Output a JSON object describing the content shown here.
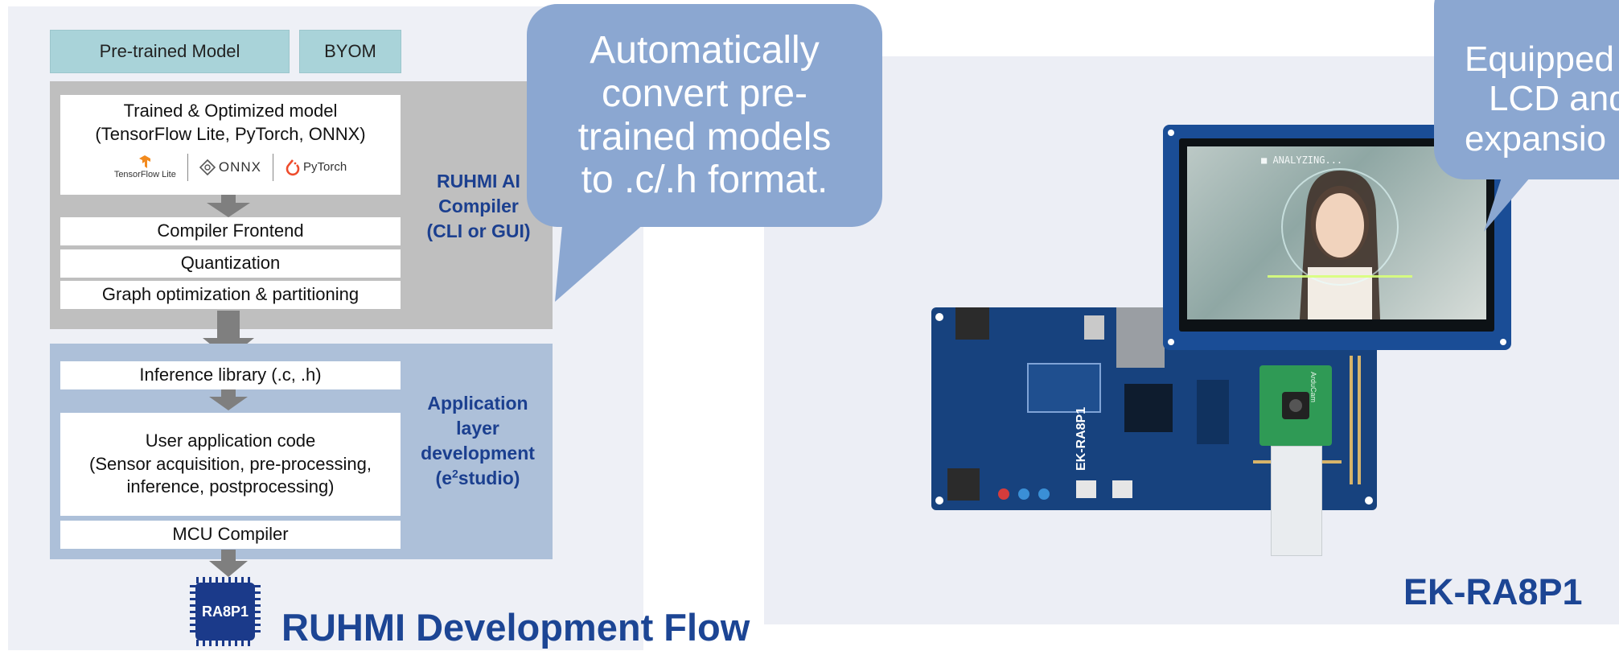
{
  "tabs": {
    "pretrained": "Pre-trained Model",
    "byom": "BYOM"
  },
  "compiler_stage": {
    "model_box": {
      "line1": "Trained & Optimized model",
      "line2": "(TensorFlow Lite, PyTorch, ONNX)"
    },
    "logos": {
      "tensorflow": "TensorFlow Lite",
      "onnx": "ONNX",
      "pytorch": "PyTorch"
    },
    "steps": [
      "Compiler Frontend",
      "Quantization",
      "Graph optimization & partitioning"
    ],
    "side_label": [
      "RUHMI AI",
      "Compiler",
      "(CLI or GUI)"
    ]
  },
  "application_stage": {
    "inference_library": "Inference library (.c, .h)",
    "user_code": {
      "line1": "User application code",
      "line2": "(Sensor acquisition, pre-processing,",
      "line3": "inference, postprocessing)"
    },
    "mcu_compiler": "MCU Compiler",
    "side_label": {
      "line1": "Application",
      "line2": "layer",
      "line3": "development",
      "line4_pre": "(e",
      "line4_sup": "2",
      "line4_post": "studio)"
    }
  },
  "chip_label": "RA8P1",
  "flow_title": "RUHMI Development Flow",
  "callout_left": [
    "Automatically",
    "convert pre-",
    "trained models",
    "to .c/.h format."
  ],
  "callout_right": [
    "Equipped",
    "LCD and",
    "expansio"
  ],
  "board": {
    "screen_text": "■ ANALYZING...",
    "board_label": "EK-RA8P1",
    "camera_label": "ArduCam"
  },
  "product_name": "EK-RA8P1",
  "colors": {
    "accent_blue": "#1c4594",
    "callout": "#8ba7d1",
    "tab": "#a9d3d9",
    "pcb": "#17427e"
  }
}
